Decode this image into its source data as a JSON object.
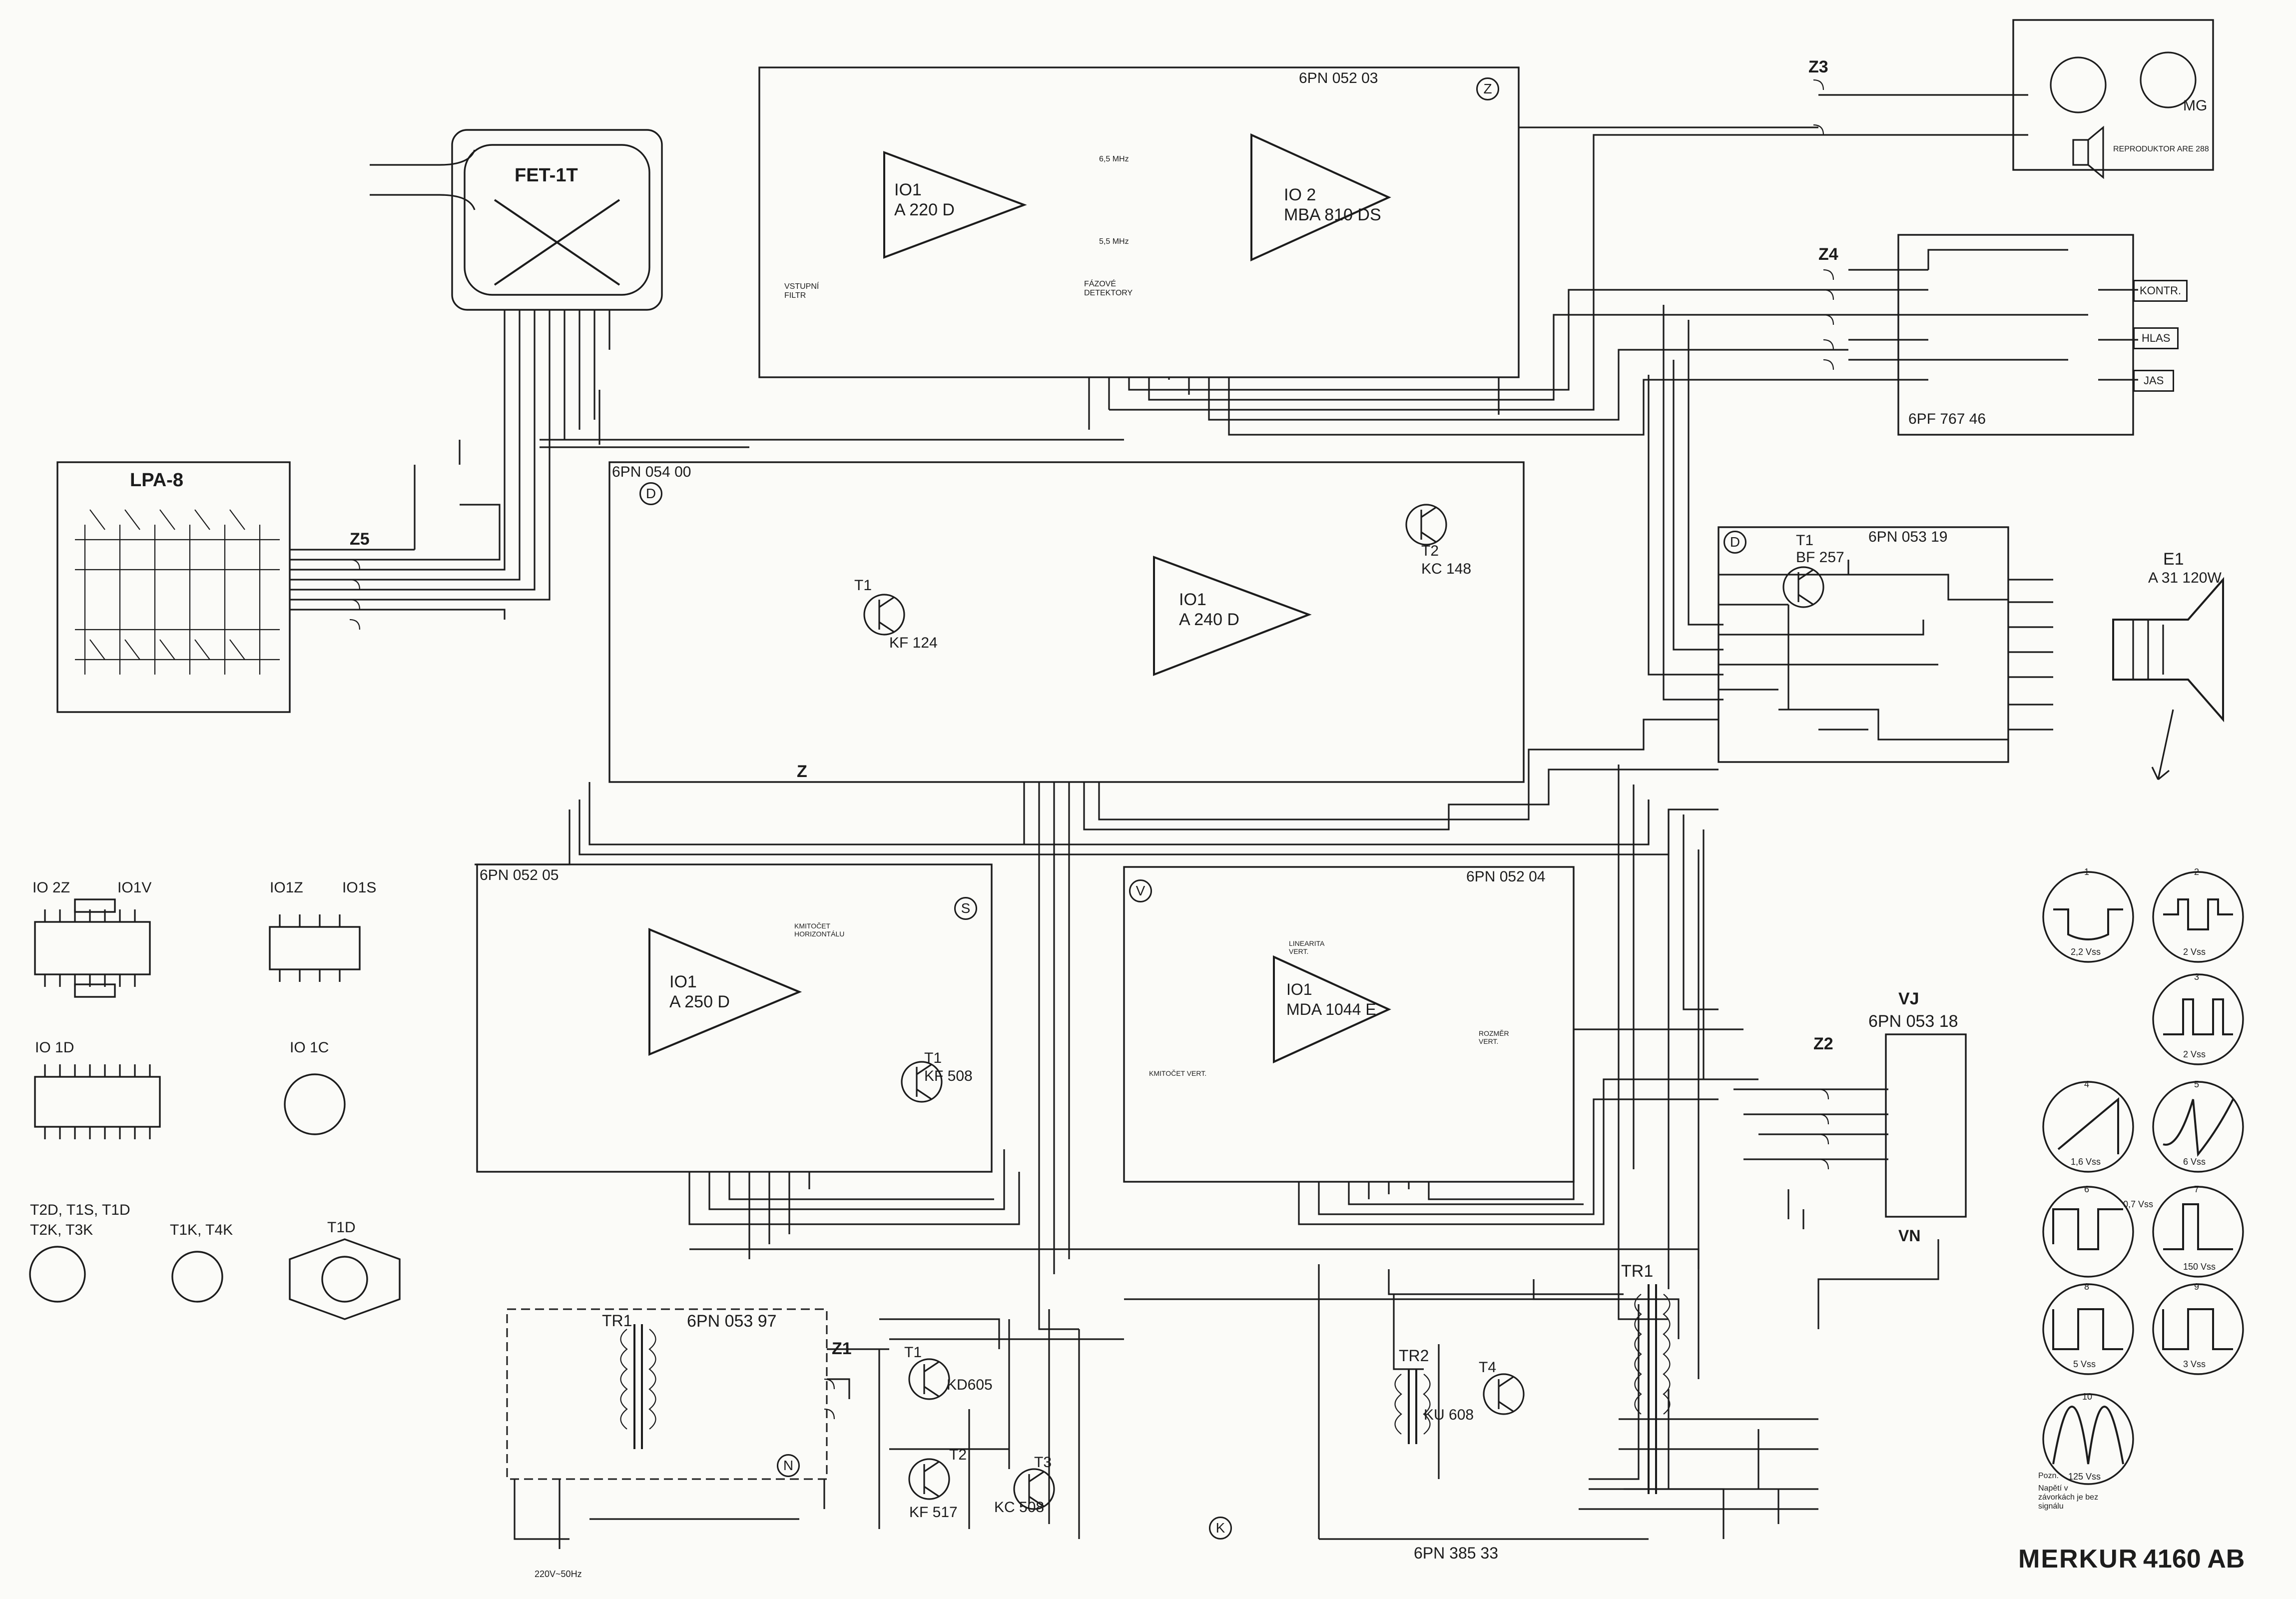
{
  "title": {
    "model": "MERKUR",
    "number": "4160 AB"
  },
  "modules": [
    {
      "code": "6PN 052 03",
      "letter": "Z"
    },
    {
      "code": "6PN 054 00",
      "letter": "D"
    },
    {
      "code": "6PN 053 19",
      "letter": "D"
    },
    {
      "code": "6PF 767 46",
      "letter": ""
    },
    {
      "code": "6PN 052 05",
      "letter": "S"
    },
    {
      "code": "6PN 052 04",
      "letter": "V"
    },
    {
      "code": "6PN 053 18",
      "letter": "VJ"
    },
    {
      "code": "6PN 053 97",
      "letter": "N"
    },
    {
      "code": "6PN 385 33",
      "letter": "K"
    }
  ],
  "ics": [
    {
      "ref": "IO1",
      "type": "A 220 D"
    },
    {
      "ref": "IO 2",
      "type": "MBA 810 DS"
    },
    {
      "ref": "IO1",
      "type": "A 240 D"
    },
    {
      "ref": "IO1",
      "type": "A 250 D"
    },
    {
      "ref": "IO1",
      "type": "MDA 1044 E"
    }
  ],
  "transistors": [
    {
      "ref": "T1",
      "type": "KF 124"
    },
    {
      "ref": "T2",
      "type": "KC 148"
    },
    {
      "ref": "T1",
      "type": "BF 257"
    },
    {
      "ref": "T1",
      "type": "KF 508"
    },
    {
      "ref": "T1",
      "type": "KD605"
    },
    {
      "ref": "T2",
      "type": "KF 517"
    },
    {
      "ref": "T3",
      "type": "KC 508"
    },
    {
      "ref": "T4",
      "type": "KU 608"
    }
  ],
  "blocks": {
    "tuner": "FET-1T",
    "buttons": "LPA-8",
    "crt_ref": "E1",
    "crt_type": "A 31 120W",
    "vn": "VN",
    "tr1": "TR1",
    "tr2": "TR2",
    "tr1_psu": "TR1"
  },
  "connectors": [
    "Z1",
    "Z2",
    "Z3",
    "Z4",
    "Z5",
    "Z"
  ],
  "controls": [
    "KONTR.",
    "JAS",
    "HLAS"
  ],
  "pinouts": [
    {
      "labels": [
        "IO 2Z",
        "IO1V"
      ]
    },
    {
      "labels": [
        "IO1Z",
        "IO1S"
      ]
    },
    {
      "labels": [
        "IO 1D"
      ]
    },
    {
      "labels": [
        "IO 1C"
      ]
    },
    {
      "labels": [
        "T2D, T1S, T1D",
        "T2K, T3K"
      ]
    },
    {
      "labels": [
        "T1K, T4K"
      ]
    },
    {
      "labels": [
        "T1D"
      ]
    }
  ],
  "waveforms": [
    {
      "num": "1",
      "value": "2,2 Vss"
    },
    {
      "num": "2",
      "value": "2 Vss"
    },
    {
      "num": "3",
      "value": "2 Vss"
    },
    {
      "num": "4",
      "value": "1,6 Vss"
    },
    {
      "num": "5",
      "value": "6 Vss"
    },
    {
      "num": "6",
      "value": "0,7 Vss"
    },
    {
      "num": "7",
      "value": "150 Vss"
    },
    {
      "num": "8",
      "value": "5 Vss"
    },
    {
      "num": "9",
      "value": "3 Vss"
    },
    {
      "num": "10",
      "value": "125 Vss"
    }
  ],
  "labels": {
    "input_filter": "VSTUPNÍ FILTR",
    "phase_det": "FÁZOVÉ DETEKTORY",
    "mains": "220V~50Hz",
    "speaker": "REPRODUKTOR ARE 288",
    "mg": "MG",
    "freq_1": "6,5 MHz",
    "freq_2": "5,5 MHz",
    "ctrl_h": "KMITOČET HORIZONTÁLU",
    "ctrl_v": "KMITOČET VERT.",
    "ctrl_lin": "LINEARITA VERT.",
    "ctrl_amp": "ROZMĚR VERT.",
    "note_head": "Pozn.",
    "note_body": "Napětí v závorkách je bez signálu"
  }
}
